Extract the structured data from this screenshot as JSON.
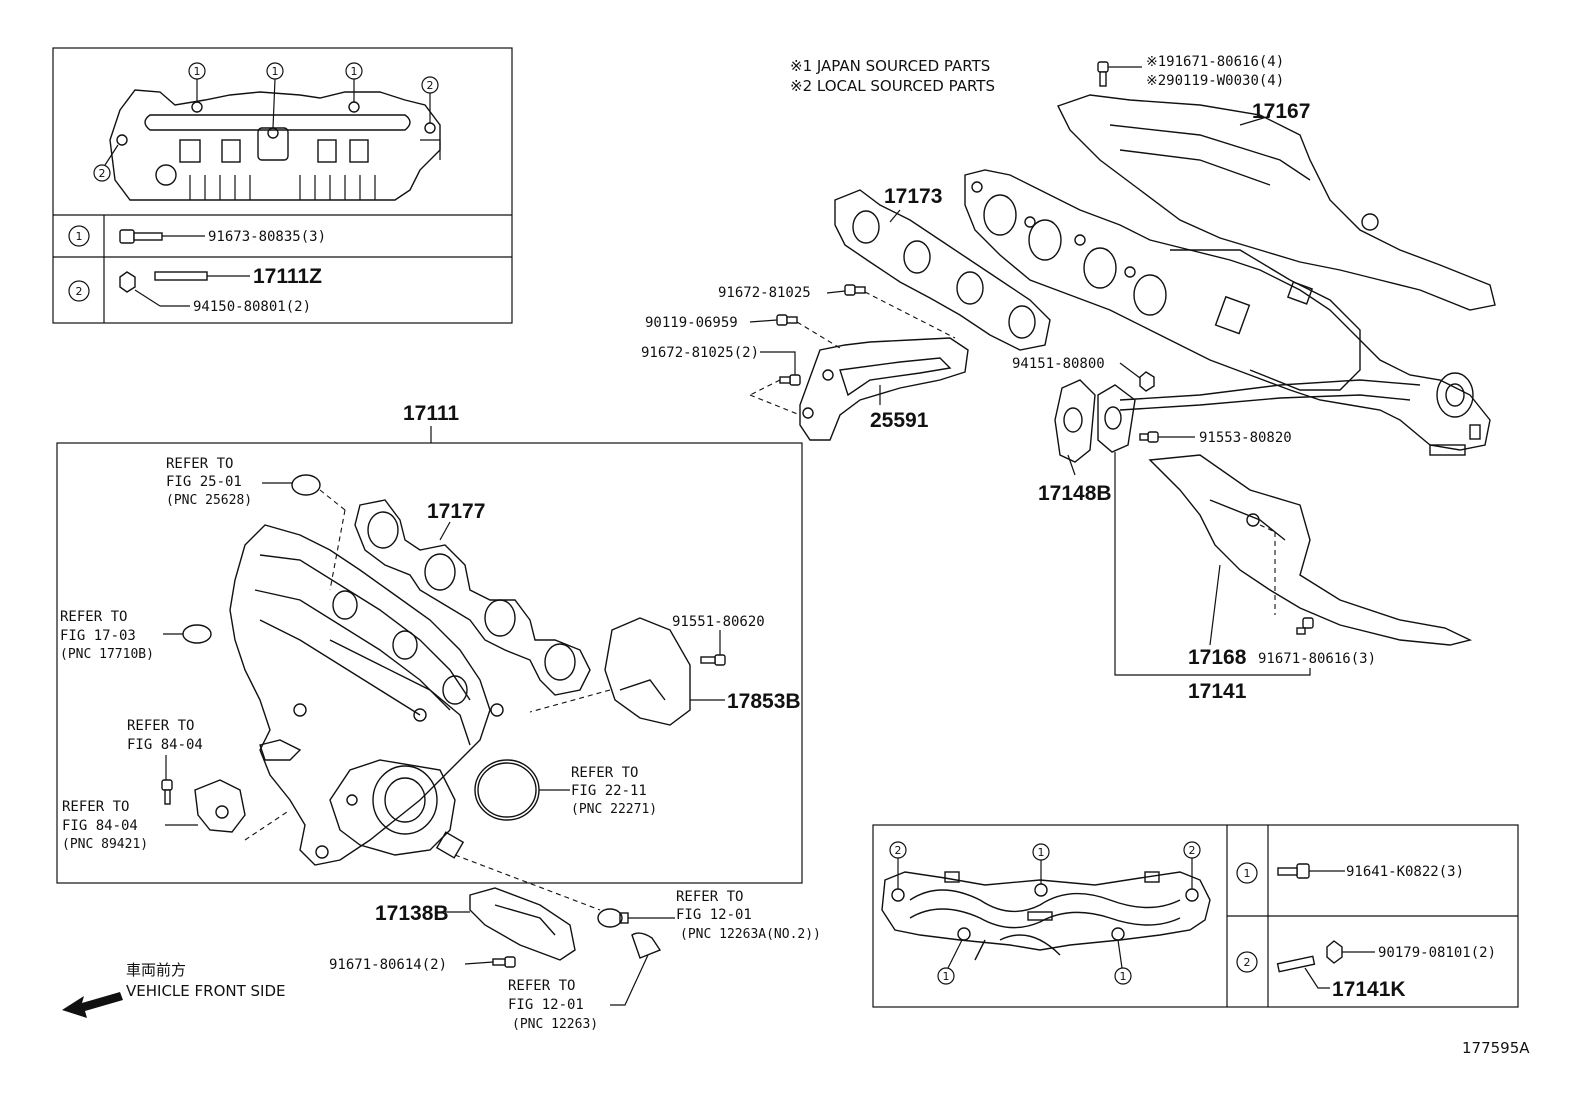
{
  "diagram_id": "177595A",
  "notes": {
    "line1": "※1 JAPAN SOURCED PARTS",
    "line2": "※2 LOCAL SOURCED PARTS"
  },
  "front": {
    "japanese": "車両前方",
    "english": "VEHICLE FRONT SIDE"
  },
  "inset_top_left": {
    "callout_1": "1",
    "callout_2": "2",
    "row1_part": "91673-80835(3)",
    "row2_part_a": "17111Z",
    "row2_part_b": "94150-80801(2)"
  },
  "inset_bottom_right": {
    "callout_1": "1",
    "callout_2": "2",
    "row1_part": "91641-K0822(3)",
    "row2_part_a": "90179-08101(2)",
    "row2_part_b": "17141K"
  },
  "parts": {
    "p17111": "17111",
    "p17177": "17177",
    "p17853B": "17853B",
    "p91551": "91551-80620",
    "p17138B": "17138B",
    "p91671_80614": "91671-80614(2)",
    "p17167": "17167",
    "p17173": "17173",
    "p91672_81025": "91672-81025",
    "p90119_06959": "90119-06959",
    "p91672_81025_2": "91672-81025(2)",
    "p25591": "25591",
    "p94151": "94151-80800",
    "p91553": "91553-80820",
    "p17148B": "17148B",
    "p17168": "17168",
    "p91671_80616_3": "91671-80616(3)",
    "p17141": "17141",
    "top_bolt_1": "※191671-80616(4)",
    "top_bolt_2": "※290119-W0030(4)"
  },
  "refs": {
    "r1": {
      "a": "REFER TO",
      "b": "FIG 25-01",
      "c": "(PNC 25628)"
    },
    "r2": {
      "a": "REFER TO",
      "b": "FIG 17-03",
      "c": "(PNC 17710B)"
    },
    "r3": {
      "a": "REFER TO",
      "b": "FIG 84-04"
    },
    "r4": {
      "a": "REFER TO",
      "b": "FIG 84-04",
      "c": "(PNC 89421)"
    },
    "r5": {
      "a": "REFER TO",
      "b": "FIG 22-11",
      "c": "(PNC 22271)"
    },
    "r6": {
      "a": "REFER TO",
      "b": "FIG 12-01",
      "c": "(PNC 12263A(NO.2))"
    },
    "r7": {
      "a": "REFER TO",
      "b": "FIG 12-01",
      "c": "(PNC 12263)"
    }
  }
}
